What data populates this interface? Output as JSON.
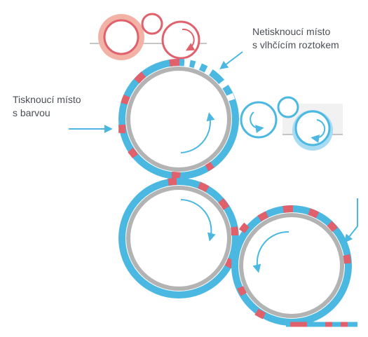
{
  "labels": {
    "dampening_area": [
      "Netisknoucí místo",
      "s vlhčícím roztokem"
    ],
    "printing_area": [
      "Tisknoucí místo",
      "s barvou"
    ]
  },
  "colors": {
    "ink": "#e0606c",
    "ink_soft": "#f2b3a6",
    "water": "#4ab8e0",
    "water_soft": "#a9dcf3",
    "cylinder": "#b3b3b3",
    "text": "#4a4f55",
    "plate_gray": "#f1f1f1"
  },
  "icons": {
    "rotation": "curved-arrow-icon",
    "pointer": "straight-arrow-icon"
  }
}
